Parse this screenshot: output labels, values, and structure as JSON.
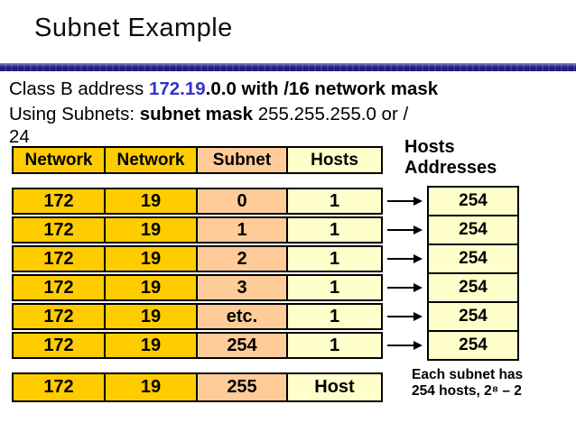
{
  "slide": {
    "title": "Subnet Example",
    "intro": {
      "line1_prefix": "Class B address ",
      "line1_highlight": "172.19",
      "line1_suffix": ".0.0 with /16 network mask",
      "line2_prefix": "Using Subnets: ",
      "line2_bold": "subnet mask",
      "line2_suffix": " 255.255.255.0 or /",
      "line2_wrap": "24"
    },
    "table": {
      "headers": [
        "Network",
        "Network",
        "Subnet",
        "Hosts"
      ],
      "rows": [
        [
          "172",
          "19",
          "0",
          "1"
        ],
        [
          "172",
          "19",
          "1",
          "1"
        ],
        [
          "172",
          "19",
          "2",
          "1"
        ],
        [
          "172",
          "19",
          "3",
          "1"
        ],
        [
          "172",
          "19",
          "etc.",
          "1"
        ],
        [
          "172",
          "19",
          "254",
          "1"
        ]
      ],
      "footer_row": [
        "172",
        "19",
        "255",
        "Host"
      ]
    },
    "hosts_panel": {
      "title_line1": "Hosts",
      "title_line2": "Addresses",
      "values": [
        "254",
        "254",
        "254",
        "254",
        "254",
        "254"
      ],
      "note_line1": "Each subnet has",
      "note_line2": "254 hosts, 2⁸ – 2"
    },
    "colors": {
      "gold": "#FFCC00",
      "peach": "#FFCC99",
      "cream": "#FFFFCC",
      "highlight_blue": "#3333CC",
      "divider_navy": "#23238C"
    }
  }
}
